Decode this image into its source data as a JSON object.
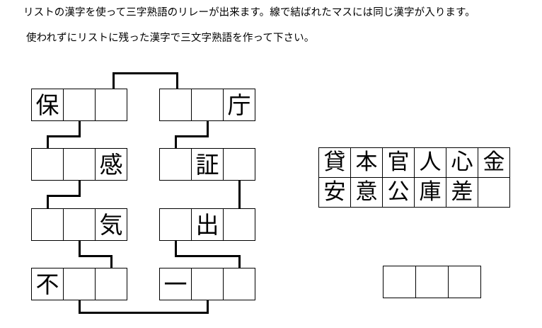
{
  "instructions": {
    "line1": "リストの漢字を使って三字熟語のリレーが出来ます。線で結ばれたマスには同じ漢字が入ります。",
    "line2": "使われずにリストに残った漢字で三文字熟語を作って下さい。"
  },
  "puzzle": {
    "rows": [
      {
        "id": "row-1",
        "left_group": {
          "cells": [
            "保",
            "",
            ""
          ]
        },
        "right_group": {
          "cells": [
            "",
            "",
            "庁"
          ]
        }
      },
      {
        "id": "row-2",
        "left_group": {
          "cells": [
            "",
            "",
            "感"
          ]
        },
        "right_group": {
          "cells": [
            "",
            "証",
            ""
          ]
        }
      },
      {
        "id": "row-3",
        "left_group": {
          "cells": [
            "",
            "",
            "気"
          ]
        },
        "right_group": {
          "cells": [
            "",
            "出",
            ""
          ]
        }
      },
      {
        "id": "row-4",
        "left_group": {
          "cells": [
            "不",
            "",
            ""
          ]
        },
        "right_group": {
          "cells": [
            "一",
            "",
            ""
          ]
        }
      }
    ]
  },
  "list": {
    "rows": [
      [
        "貸",
        "本",
        "官",
        "人",
        "心",
        "金"
      ],
      [
        "安",
        "意",
        "公",
        "庫",
        "差",
        ""
      ]
    ]
  },
  "answer": {
    "cells": [
      "",
      "",
      ""
    ]
  },
  "colors": {
    "ink": "#000000",
    "paper": "#ffffff"
  }
}
